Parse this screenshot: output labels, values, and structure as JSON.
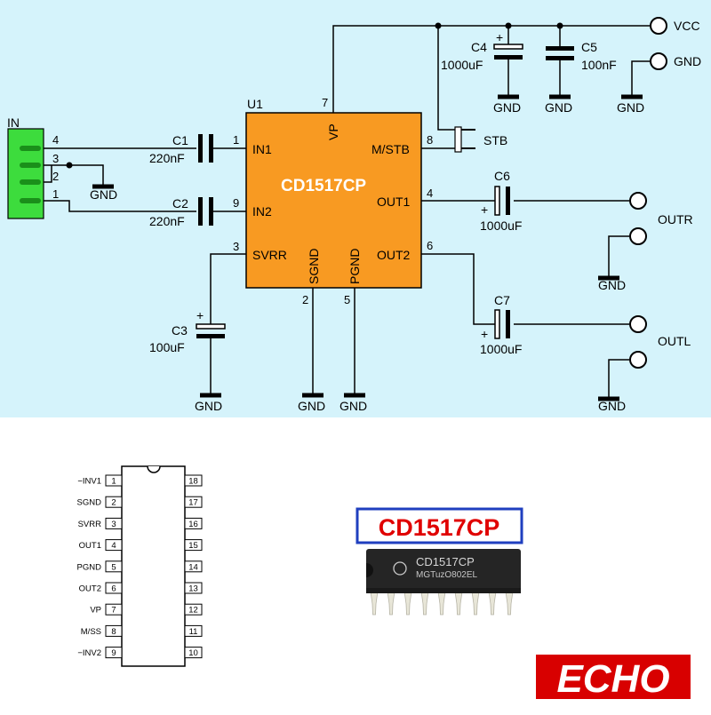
{
  "schematic": {
    "ic_ref": "U1",
    "ic_name": "CD1517CP",
    "connector_label": "IN",
    "connector_pins": [
      "4",
      "3",
      "2",
      "1"
    ],
    "ic_pins": {
      "in1": {
        "num": "1",
        "name": "IN1"
      },
      "in2": {
        "num": "9",
        "name": "IN2"
      },
      "svrr": {
        "num": "3",
        "name": "SVRR"
      },
      "vp": {
        "num": "7",
        "name": "VP"
      },
      "mstb": {
        "num": "8",
        "name": "M/STB"
      },
      "out1": {
        "num": "4",
        "name": "OUT1"
      },
      "out2": {
        "num": "6",
        "name": "OUT2"
      },
      "sgnd": {
        "num": "2",
        "name": "SGND"
      },
      "pgnd": {
        "num": "5",
        "name": "PGND"
      }
    },
    "components": {
      "c1": {
        "ref": "C1",
        "value": "220nF"
      },
      "c2": {
        "ref": "C2",
        "value": "220nF"
      },
      "c3": {
        "ref": "C3",
        "value": "100uF"
      },
      "c4": {
        "ref": "C4",
        "value": "1000uF"
      },
      "c5": {
        "ref": "C5",
        "value": "100nF"
      },
      "c6": {
        "ref": "C6",
        "value": "1000uF"
      },
      "c7": {
        "ref": "C7",
        "value": "1000uF"
      }
    },
    "terminals": {
      "vcc": "VCC",
      "gnd": "GND",
      "outr": "OUTR",
      "outl": "OUTL",
      "stb": "STB"
    },
    "gnd_label": "GND",
    "plus": "+"
  },
  "pinout": {
    "left": [
      {
        "num": "1",
        "name": "−INV1"
      },
      {
        "num": "2",
        "name": "SGND"
      },
      {
        "num": "3",
        "name": "SVRR"
      },
      {
        "num": "4",
        "name": "OUT1"
      },
      {
        "num": "5",
        "name": "PGND"
      },
      {
        "num": "6",
        "name": "OUT2"
      },
      {
        "num": "7",
        "name": "VP"
      },
      {
        "num": "8",
        "name": "M/SS"
      },
      {
        "num": "9",
        "name": "−INV2"
      }
    ],
    "right": [
      "18",
      "17",
      "16",
      "15",
      "14",
      "13",
      "12",
      "11",
      "10"
    ]
  },
  "chip_photo": {
    "title": "CD1517CP",
    "marking_line1": "CD1517CP",
    "marking_line2": "MGTuzO802EL"
  },
  "logo": {
    "text": "ECHO"
  },
  "colors": {
    "schematic_bg": "#d5f3fb",
    "ic_fill": "#f89a22",
    "connector_fill": "#3ddc3d",
    "title_red": "#e00000",
    "title_border": "#1f3fbf",
    "logo_red": "#d80000"
  }
}
